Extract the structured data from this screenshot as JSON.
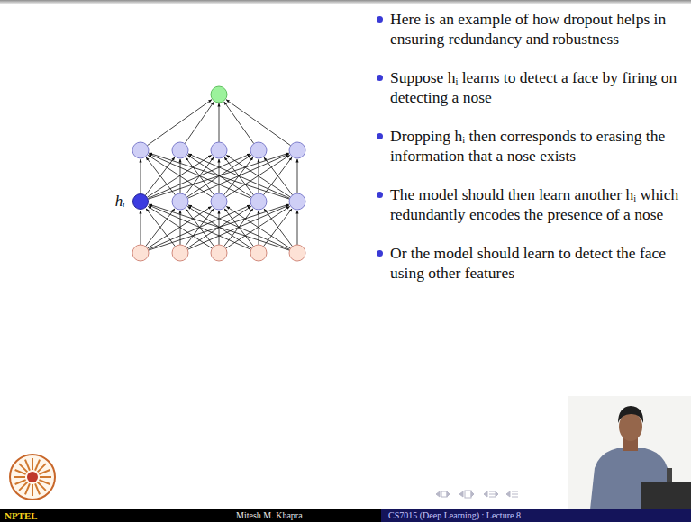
{
  "diagram": {
    "nodes": [
      {
        "text": [
          "hᵢ"
        ]
      }
    ],
    "labels": [
      "Here is an example of how dropout helps in ensuring redundancy and robustness",
      "Suppose hᵢ learns to detect a face by firing on detecting a nose",
      "Dropping hᵢ then corresponds to erasing the information that a nose exists",
      "The model should then learn another hᵢ which redundantly encodes the presence of a nose",
      "Or the model should learn to detect the face using other features",
      "NPTEL",
      "Mitesh M. Khapra",
      "CS7015 (Deep Learning) : Lecture 8"
    ]
  }
}
